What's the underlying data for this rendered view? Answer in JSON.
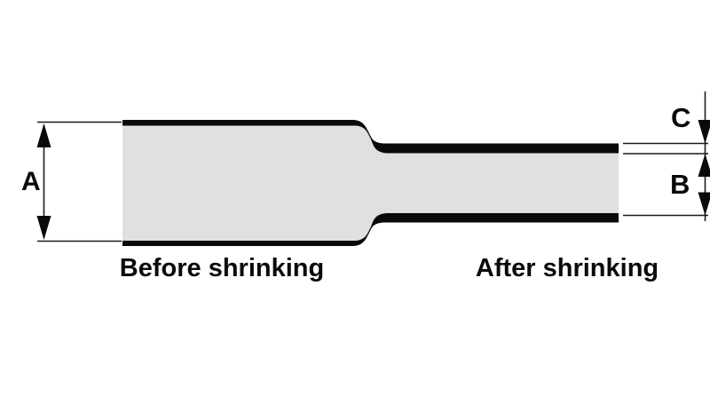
{
  "diagram": {
    "type": "heat-shrink-tubing-dimension-diagram",
    "labels": {
      "dim_a": "A",
      "dim_b": "B",
      "dim_c": "C"
    },
    "captions": {
      "before": "Before shrinking",
      "after": "After shrinking"
    },
    "colors": {
      "tube_fill": "#e0e0e0",
      "wall": "#0a0a0a",
      "line": "#1a1a1a"
    }
  }
}
